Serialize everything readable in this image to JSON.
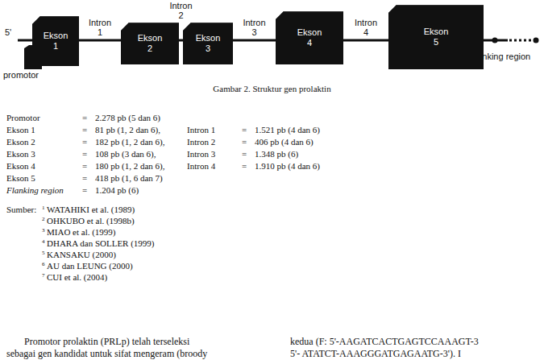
{
  "diagram": {
    "caption": "Gambar 2. Struktur gen prolaktin",
    "nodes": [
      {
        "text": [
          "Ekson 1"
        ]
      },
      {
        "text": [
          "Ekson 2"
        ]
      },
      {
        "text": [
          "Ekson 3"
        ]
      },
      {
        "text": [
          "Ekson 4"
        ]
      },
      {
        "text": [
          "Ekson 5"
        ]
      }
    ],
    "edges": [
      {
        "from": 0,
        "to": 1,
        "arrow": "none",
        "label": "Intron 1"
      },
      {
        "from": 1,
        "to": 2,
        "arrow": "none",
        "label": "Intron 2"
      },
      {
        "from": 2,
        "to": 3,
        "arrow": "none",
        "label": "Intron 3"
      },
      {
        "from": 3,
        "to": 4,
        "arrow": "none",
        "label": "Intron 4"
      }
    ],
    "labels": [
      "5'",
      "promotor",
      "Flanking region",
      "Promotor",
      "=",
      "2.278 pb (5 dan 6)",
      "Ekson 1",
      "=",
      "81 pb (1, 2 dan 6),",
      "Intron 1",
      "=",
      "1.521 pb (4 dan 6)",
      "Ekson 2",
      "=",
      "182 pb (1, 2 dan 6),",
      "Intron 2",
      "=",
      "406 pb (4 dan 6)",
      "Ekson 3",
      "=",
      "108 pb (3 dan 6),",
      "Intron 3",
      "=",
      "1.348 pb (6)",
      "Ekson 4",
      "=",
      "180 pb (1, 2 dan 6),",
      "Intron 4",
      "=",
      "1.910 pb (4 dan 6)",
      "Ekson 5",
      "=",
      "418 pb (1, 6 dan 7)",
      "Flanking region",
      "=",
      "1.204 pb (6)",
      "Sumber:",
      "1",
      "WATAHIKI et al. (1989)",
      "2",
      "OHKUBO et al. (1998b)",
      "3",
      "MIAO et al. (1999)",
      "4",
      "DHARA dan SOLLER (1999)",
      "5",
      "KANSAKU (2000)",
      "6",
      "AU dan LEUNG (2000)",
      "7",
      "CUI et al. (2004)",
      "Promotor prolaktin (PRLp) telah terseleksi",
      "sebagai gen kandidat untuk sifat mengeram (broody",
      "kedua (F: 5'-AAGATCACTGAGTCCAAAGT-3",
      "5'- ATATCT-AAAGGGATGAGAATG-3'). I"
    ]
  }
}
